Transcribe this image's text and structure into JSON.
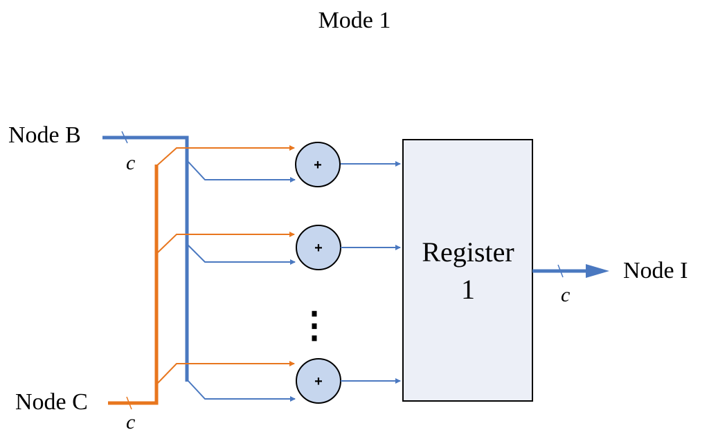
{
  "title": "Mode  1",
  "inputs": {
    "node_b": "Node B",
    "node_c": "Node C",
    "bus_width_b": "c",
    "bus_width_c": "c"
  },
  "adders": [
    {
      "symbol": "+"
    },
    {
      "symbol": "+"
    },
    {
      "symbol": "+"
    }
  ],
  "ellipsis": "⋮",
  "register": {
    "line1": "Register",
    "line2": "1"
  },
  "output": {
    "node_i": "Node I",
    "bus_width": "c"
  },
  "colors": {
    "blue": "#4a78c0",
    "orange": "#e8761e",
    "adder_fill": "#c6d6ee",
    "register_fill": "#eceff7"
  }
}
